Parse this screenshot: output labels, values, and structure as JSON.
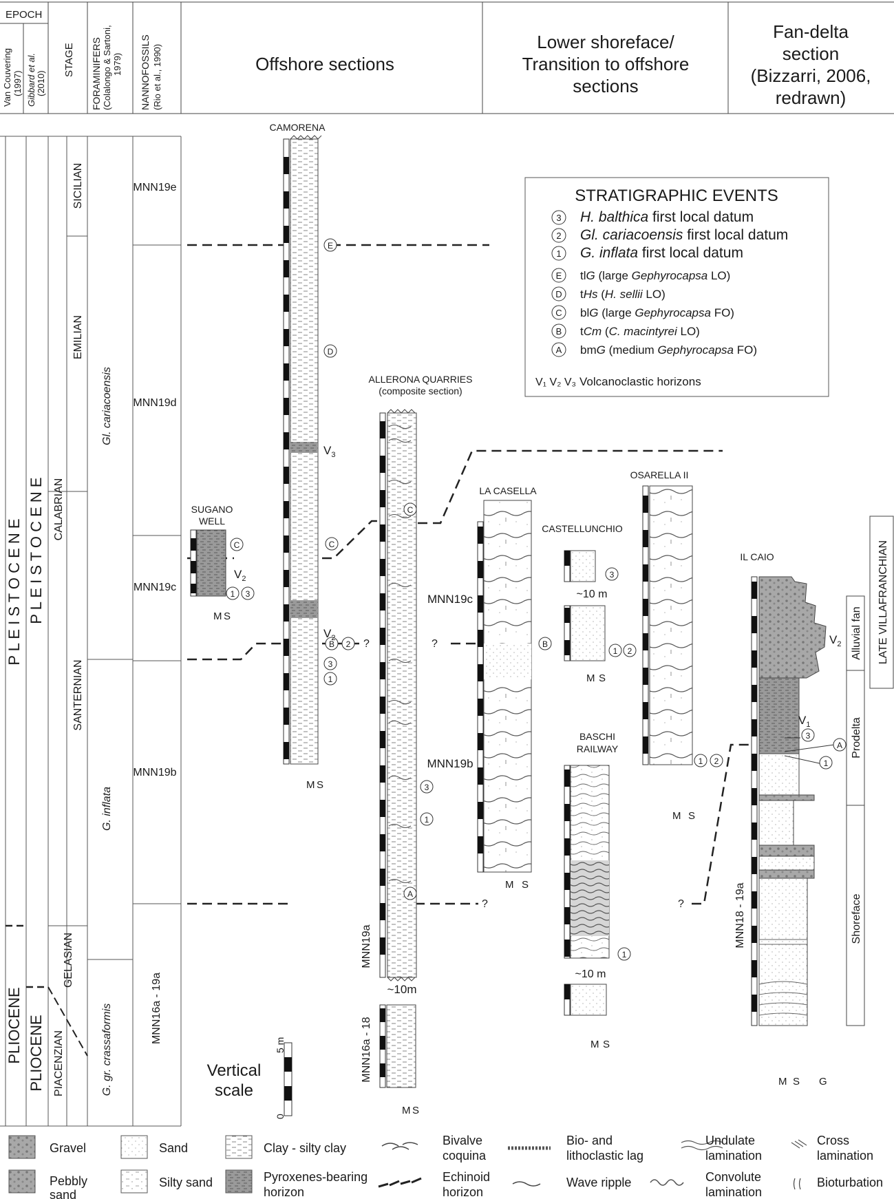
{
  "header": {
    "epoch": "EPOCH",
    "van_couvering": "Van Couvering",
    "van_couvering_year": "(1997)",
    "gibbard": "Gibbard et al.",
    "gibbard_year": "(2010)",
    "stage": "STAGE",
    "foram_1": "FORAMINIFERS",
    "foram_2": "(Colalongo & Sartoni,",
    "foram_3": "1979)",
    "nanno_1": "NANNOFOSSILS",
    "nanno_2": "(Rio et al., 1990)",
    "offshore": "Offshore sections",
    "lower_1": "Lower shoreface/",
    "lower_2": "Transition to offshore",
    "lower_3": "sections",
    "fan_1": "Fan-delta",
    "fan_2": "section",
    "fan_3": "(Bizzarri, 2006,",
    "fan_4": "redrawn)"
  },
  "columns": {
    "epoch_vc_upper": "P L E I S T O C E N E",
    "epoch_vc_lower": "PLIOCENE",
    "epoch_gb_upper": "P L E I S T O C E N E",
    "epoch_gb_lower": "PLIOCENE",
    "stage_sicilian": "SICILIAN",
    "stage_emilian": "EMILIAN",
    "stage_calabrian": "CALABRIAN",
    "stage_santernian": "SANTERNIAN",
    "stage_gelasian": "GELASIAN",
    "stage_piacenzian": "PIACENZIAN",
    "foram_cariacoensis": "Gl. cariacoensis",
    "foram_inflata": "G. inflata",
    "foram_crassaformis": "G. gr. crassaformis",
    "nanno_19e": "MNN19e",
    "nanno_19d": "MNN19d",
    "nanno_19c": "MNN19c",
    "nanno_19b": "MNN19b",
    "nanno_16a19a": "MNN16a - 19a"
  },
  "sections": {
    "camorena": "CAMORENA",
    "sugano_1": "SUGANO",
    "sugano_2": "WELL",
    "allerona_1": "ALLERONA QUARRIES",
    "allerona_2": "(composite section)",
    "la_casella": "LA CASELLA",
    "castellunchio": "CASTELLUNCHIO",
    "osarella": "OSARELLA II",
    "baschi_1": "BASCHI",
    "baschi_2": "RAILWAY",
    "il_caio": "IL CAIO"
  },
  "zone_labels": {
    "mnn19c": "MNN19c",
    "mnn19b": "MNN19b",
    "mnn19a": "MNN19a",
    "mnn16a18": "MNN16a - 18",
    "mnn1819a": "MNN18 - 19a"
  },
  "markers": {
    "three": "3",
    "two": "2",
    "one": "1",
    "e": "E",
    "d": "D",
    "c": "C",
    "b": "B",
    "a": "A",
    "q": "?",
    "v1": "V",
    "v1_sub": "1",
    "v2": "V",
    "v2_sub": "2",
    "v3": "V",
    "v3_sub": "3",
    "gap_10m": "~10 m",
    "gap_10m_b": "~10m",
    "grain_m": "M",
    "grain_s": "S",
    "grain_g": "G"
  },
  "facies": {
    "alluvial": "Alluvial fan",
    "prodelta": "Prodelta",
    "shoreface": "Shoreface",
    "late_villafranchian": "LATE VILLAFRANCHIAN"
  },
  "events": {
    "title": "STRATIGRAPHIC EVENTS",
    "items": [
      {
        "sym": "3",
        "italic": "H. balthica",
        "text": " first local datum"
      },
      {
        "sym": "2",
        "italic": "Gl. cariacoensis",
        "text": " first local datum"
      },
      {
        "sym": "1",
        "italic": "G. inflata",
        "text": " first local datum"
      },
      {
        "sym": "E",
        "pre": "tl",
        "italic": "G",
        "text": " (large ",
        "italic2": "Gephyrocapsa",
        "post": " LO)"
      },
      {
        "sym": "D",
        "pre": "t",
        "italic": "Hs",
        "text": " (",
        "italic2": "H. sellii",
        "post": " LO)"
      },
      {
        "sym": "C",
        "pre": "bl",
        "italic": "G",
        "text": " (large ",
        "italic2": "Gephyrocapsa",
        "post": " FO)"
      },
      {
        "sym": "B",
        "pre": "t",
        "italic": "Cm",
        "text": " (",
        "italic2": "C. macintyrei",
        "post": " LO)"
      },
      {
        "sym": "A",
        "pre": "bm",
        "italic": "G",
        "text": " (medium ",
        "italic2": "Gephyrocapsa",
        "post": " FO)"
      }
    ],
    "volcano_symbols": "V₁ V₂ V₃",
    "volcano_text": "Volcanoclastic horizons"
  },
  "scale": {
    "title_1": "Vertical",
    "title_2": "scale",
    "top": "5 m",
    "bottom": "0"
  },
  "legend": [
    {
      "label_1": "Gravel",
      "label_2": ""
    },
    {
      "label_1": "Sand",
      "label_2": ""
    },
    {
      "label_1": "Clay - silty clay",
      "label_2": ""
    },
    {
      "label_1": "Bivalve",
      "label_2": "coquina"
    },
    {
      "label_1": "Bio- and",
      "label_2": "lithoclastic lag"
    },
    {
      "label_1": "Undulate",
      "label_2": "lamination"
    },
    {
      "label_1": "Cross",
      "label_2": "lamination"
    },
    {
      "label_1": "Pebbly",
      "label_2": "sand"
    },
    {
      "label_1": "Silty sand",
      "label_2": ""
    },
    {
      "label_1": "Pyroxenes-bearing",
      "label_2": "horizon"
    },
    {
      "label_1": "Echinoid",
      "label_2": "horizon"
    },
    {
      "label_1": "Wave ripple",
      "label_2": ""
    },
    {
      "label_1": "Convolute",
      "label_2": "lamination"
    },
    {
      "label_1": "Bioturbation",
      "label_2": ""
    }
  ]
}
